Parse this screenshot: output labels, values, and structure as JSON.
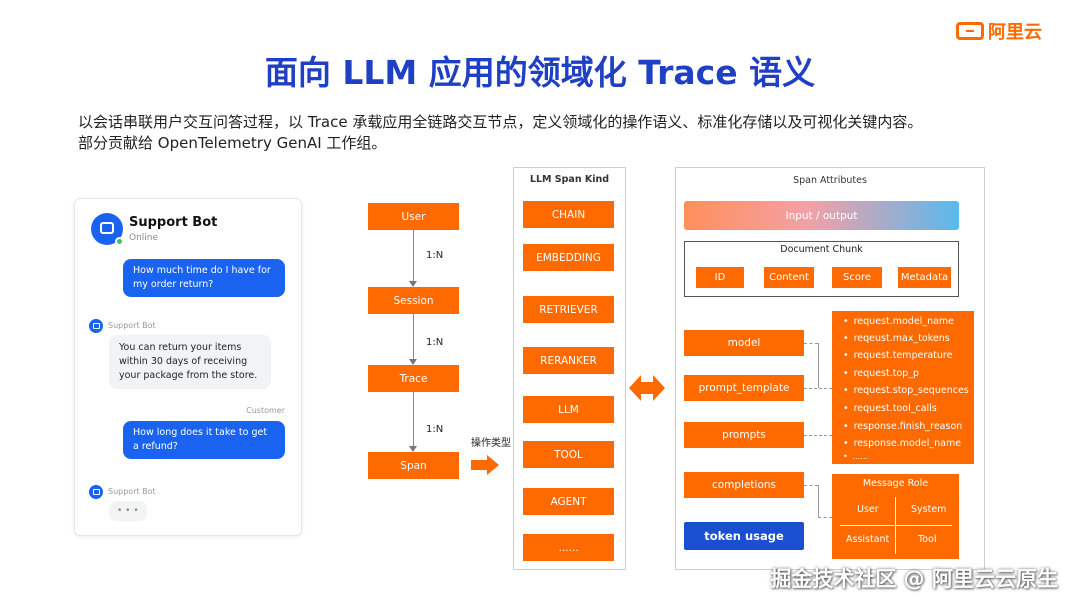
{
  "brand": {
    "logo_text": "阿里云"
  },
  "title": "面向 LLM 应用的领域化 Trace 语义",
  "description": {
    "line1": "以会话串联用户交互问答过程，以 Trace 承载应用全链路交互节点，定义领域化的操作语义、标准化存储以及可视化关键内容。",
    "line2": "部分贡献给 OpenTelemetry GenAI 工作组。"
  },
  "chat": {
    "bot_name": "Support Bot",
    "bot_status": "Online",
    "messages": [
      {
        "role": "user",
        "text": "How much time do I have for my order return?"
      },
      {
        "role": "bot",
        "sender": "Support Bot",
        "text": "You can return your items within 30 days of receiving your package from the store."
      },
      {
        "role": "user",
        "sender": "Customer",
        "text": "How long does it take to get a refund?"
      },
      {
        "role": "bot",
        "sender": "Support Bot",
        "text": "• • •"
      }
    ]
  },
  "flow": {
    "nodes": [
      "User",
      "Session",
      "Trace",
      "Span"
    ],
    "ratios": [
      "1:N",
      "1:N",
      "1:N"
    ],
    "op_label": "操作类型"
  },
  "span_kind": {
    "title": "LLM Span Kind",
    "items": [
      "CHAIN",
      "EMBEDDING",
      "RETRIEVER",
      "RERANKER",
      "LLM",
      "TOOL",
      "AGENT",
      "......"
    ]
  },
  "span_attributes": {
    "title": "Span Attributes",
    "io": "Input  /  output",
    "document_chunk": {
      "title": "Document Chunk",
      "items": [
        "ID",
        "Content",
        "Score",
        "Metadata"
      ]
    },
    "groups": [
      "model",
      "prompt_template",
      "prompts",
      "completions"
    ],
    "request_fields": [
      "request.model_name",
      "reqeust.max_tokens",
      "request.temperature",
      "request.top_p",
      "request.stop_sequences",
      "request.tool_calls",
      "response.finish_reason",
      "response.model_name",
      "......"
    ],
    "message_role": {
      "title": "Message Role",
      "items": [
        "User",
        "System",
        "Assistant",
        "Tool"
      ]
    },
    "token_usage": "token usage"
  },
  "watermark": "掘金技术社区 @ 阿里云云原生",
  "colors": {
    "accent": "#ff6a00",
    "title": "#1f3fc4",
    "user_bubble": "#1a63f0",
    "token": "#1a4fd0"
  }
}
